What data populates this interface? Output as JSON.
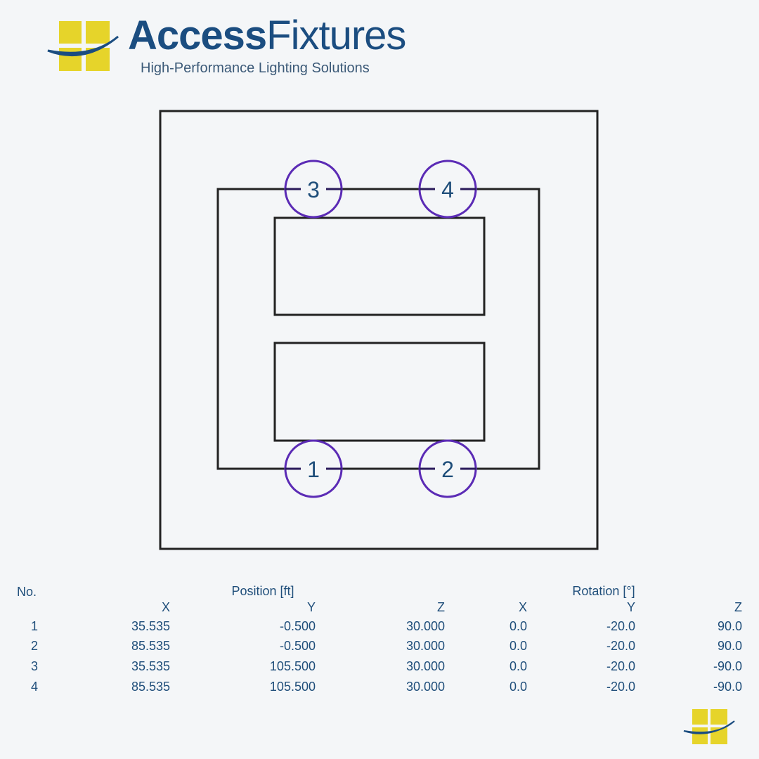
{
  "logo": {
    "brand_bold": "Access",
    "brand_light": "Fixtures",
    "tagline": "High-Performance Lighting Solutions"
  },
  "colors": {
    "text": "#1f4e7a",
    "fixture": "#5b2bb5",
    "logo_yellow": "#e6d42a",
    "logo_blue": "#1b4d80"
  },
  "fixtures": [
    {
      "label": "1"
    },
    {
      "label": "2"
    },
    {
      "label": "3"
    },
    {
      "label": "4"
    }
  ],
  "table": {
    "no_header": "No.",
    "position_header": "Position [ft]",
    "rotation_header": "Rotation [°]",
    "subheaders": [
      "X",
      "Y",
      "Z",
      "X",
      "Y",
      "Z"
    ],
    "rows": [
      [
        "1",
        "35.535",
        "-0.500",
        "30.000",
        "0.0",
        "-20.0",
        "90.0"
      ],
      [
        "2",
        "85.535",
        "-0.500",
        "30.000",
        "0.0",
        "-20.0",
        "90.0"
      ],
      [
        "3",
        "35.535",
        "105.500",
        "30.000",
        "0.0",
        "-20.0",
        "-90.0"
      ],
      [
        "4",
        "85.535",
        "105.500",
        "30.000",
        "0.0",
        "-20.0",
        "-90.0"
      ]
    ]
  }
}
